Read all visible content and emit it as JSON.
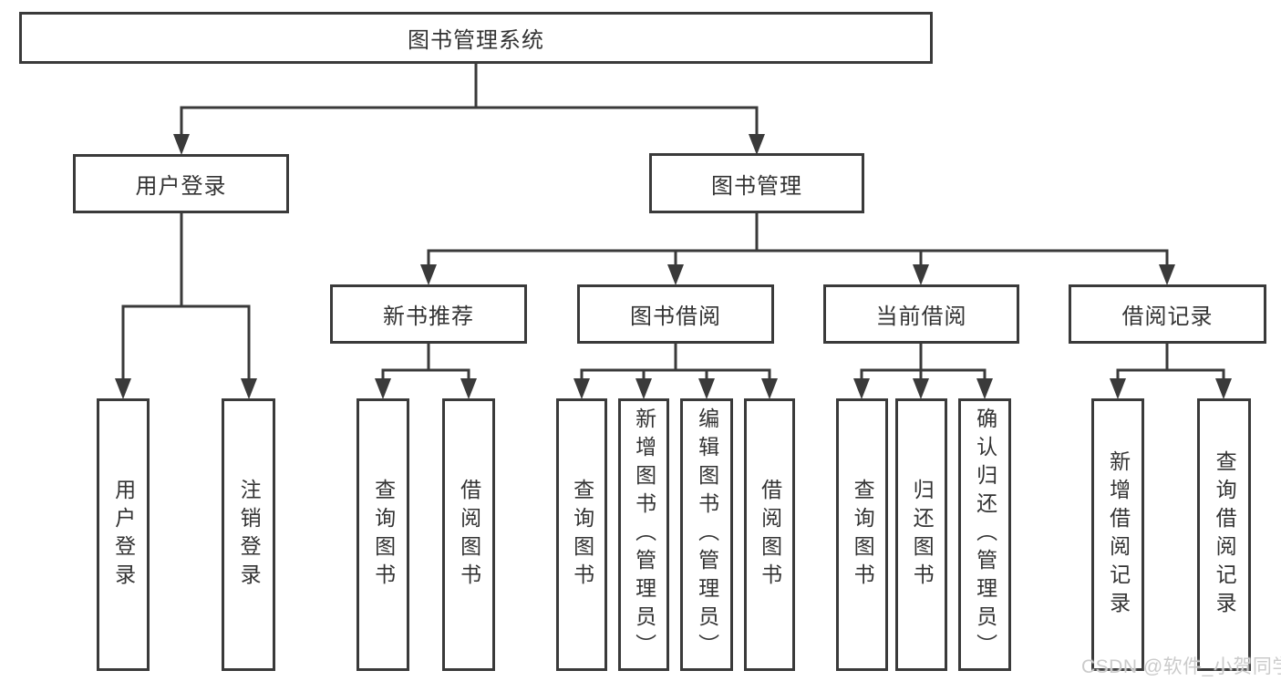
{
  "diagram": {
    "root": {
      "label": "图书管理系统"
    },
    "branches": [
      {
        "label": "用户登录",
        "leaves": [
          "用户登录",
          "注销登录"
        ]
      },
      {
        "label": "图书管理",
        "sections": [
          {
            "label": "新书推荐",
            "leaves": [
              "查询图书",
              "借阅图书"
            ]
          },
          {
            "label": "图书借阅",
            "leaves": [
              "查询图书",
              "新增图书（管理员）",
              "编辑图书（管理员）",
              "借阅图书"
            ]
          },
          {
            "label": "当前借阅",
            "leaves": [
              "查询图书",
              "归还图书",
              "确认归还（管理员）"
            ]
          },
          {
            "label": "借阅记录",
            "leaves": [
              "新增借阅记录",
              "查询借阅记录"
            ]
          }
        ]
      }
    ]
  },
  "watermark": "CSDN @软件_小贺同学",
  "colors": {
    "line": "#3a3a3a",
    "text": "#333333",
    "background": "#ffffff",
    "watermark": "#cbcbcb"
  }
}
